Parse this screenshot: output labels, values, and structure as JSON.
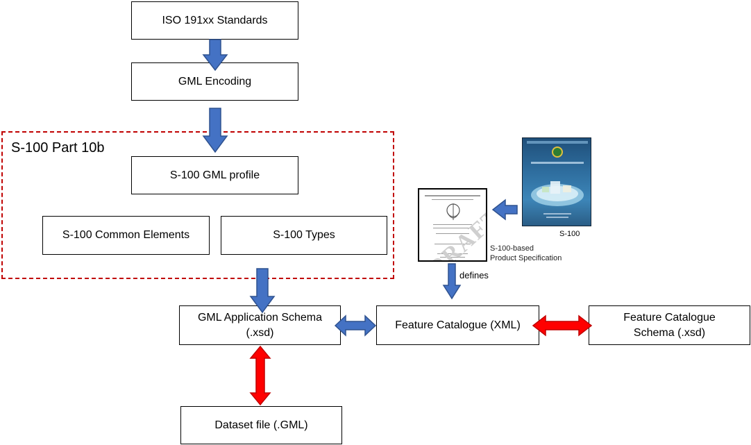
{
  "diagram": {
    "boxes": {
      "iso": "ISO 191xx Standards",
      "gml_encoding": "GML Encoding",
      "gml_profile": "S-100 GML profile",
      "common_elements": "S-100 Common Elements",
      "types": "S-100 Types",
      "app_schema_line1": "GML Application Schema",
      "app_schema_line2": "(.xsd)",
      "feature_catalogue": "Feature Catalogue (XML)",
      "fc_schema_line1": "Feature Catalogue",
      "fc_schema_line2": "Schema (.xsd)",
      "dataset": "Dataset file  (.GML)"
    },
    "group_label": "S-100 Part 10b",
    "product_spec_line1": "S-100-based",
    "product_spec_line2": "Product Specification",
    "cover_caption": "S-100",
    "defines_label": "defines",
    "document_draft_text": "DRAFT"
  },
  "colors": {
    "blue_arrow": "#4472c4",
    "red_arrow": "#ff0000",
    "dashed_border": "#c00000"
  },
  "icons": [
    "s100-document-icon",
    "s100-book-cover-icon"
  ]
}
